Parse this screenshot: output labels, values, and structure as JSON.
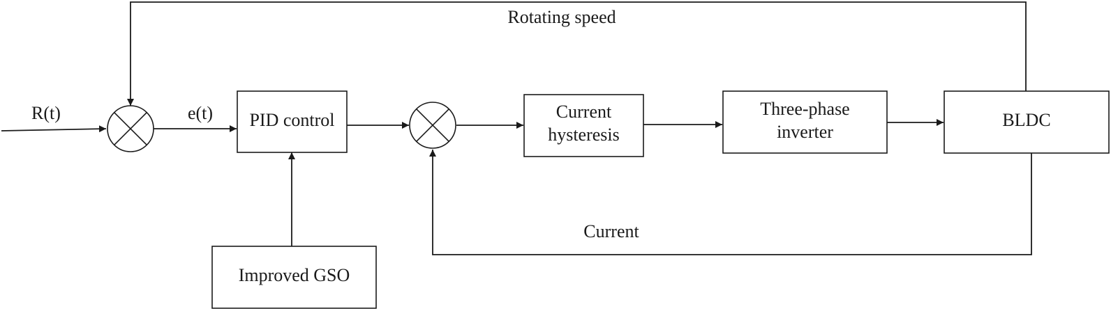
{
  "diagram": {
    "signals": {
      "reference": "R(t)",
      "error": "e(t)",
      "speed_feedback": "Rotating speed",
      "current_feedback": "Current"
    },
    "blocks": {
      "pid": "PID control",
      "hysteresis_line1": "Current",
      "hysteresis_line2": "hysteresis",
      "inverter_line1": "Three-phase",
      "inverter_line2": "inverter",
      "motor": "BLDC",
      "optimizer": "Improved GSO"
    },
    "summing_junctions": 2
  }
}
